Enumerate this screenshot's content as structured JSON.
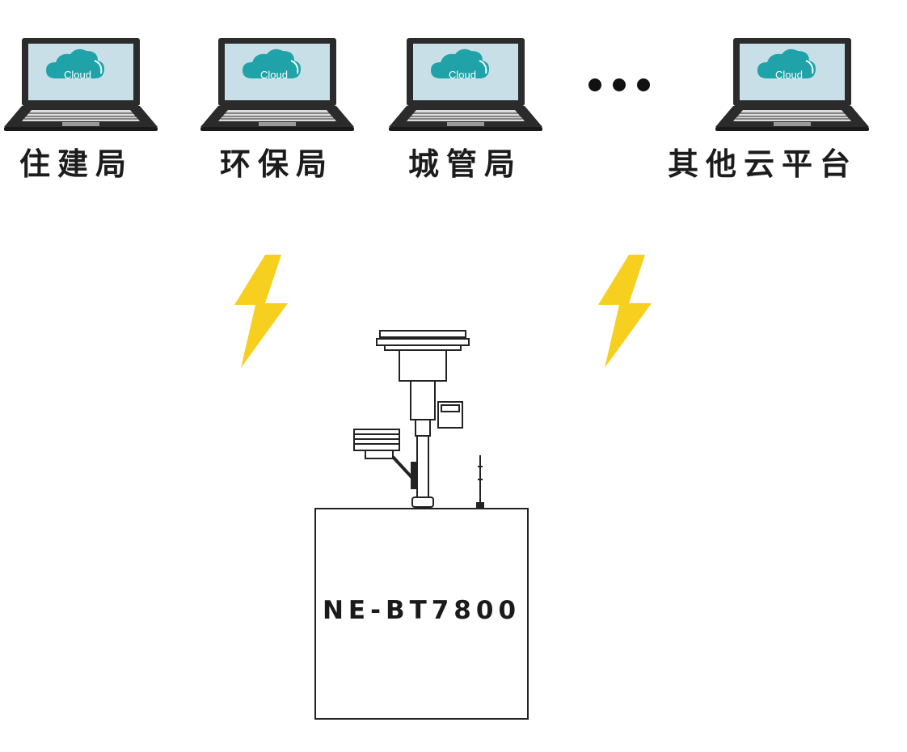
{
  "platforms": [
    {
      "label": "住建局",
      "screen_text": "Cloud"
    },
    {
      "label": "环保局",
      "screen_text": "Cloud"
    },
    {
      "label": "城管局",
      "screen_text": "Cloud"
    },
    {
      "label": "其他云平台",
      "screen_text": "Cloud"
    }
  ],
  "device": {
    "model": "NE-BT7800"
  },
  "colors": {
    "bolt": "#f7cf1e",
    "cloud": "#1fa3a8",
    "screen": "#c9dfe8",
    "dark": "#2b2b2b"
  }
}
